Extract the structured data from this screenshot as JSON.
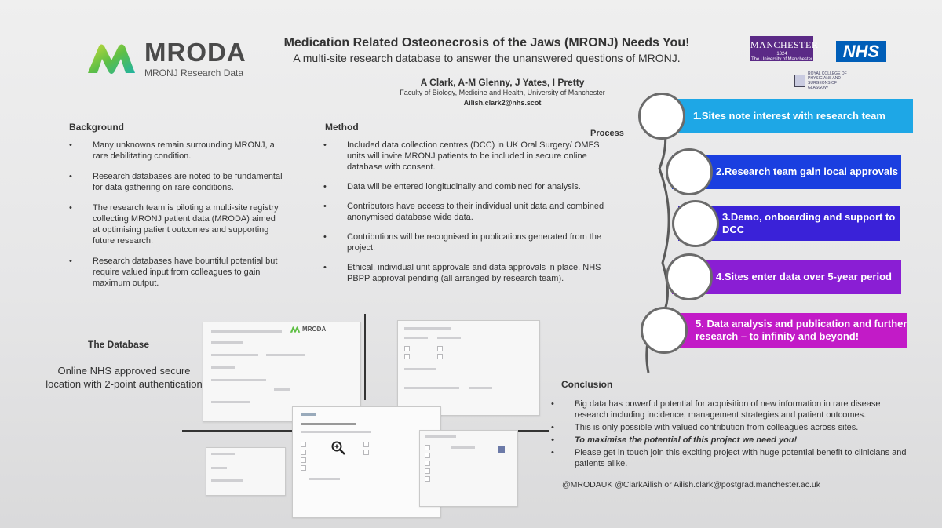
{
  "logo": {
    "title": "MRODA",
    "subtitle": "MRONJ Research Data",
    "colors": {
      "green": "#8bc53f",
      "teal": "#1fb3a3",
      "grey": "#4a4a4a"
    }
  },
  "header": {
    "title": "Medication Related Osteonecrosis of the Jaws (MRONJ) Needs You!",
    "subtitle": "A multi-site research database to answer the unanswered questions of MRONJ.",
    "authors": "A Clark, A-M Glenny, J Yates, I Pretty",
    "affiliation": "Faculty of Biology, Medicine and Health, University of Manchester",
    "email": "Ailish.clark2@nhs.scot"
  },
  "partner_logos": {
    "manchester_line1": "MANCHESTER",
    "manchester_line2": "1824",
    "manchester_line3": "The University of Manchester",
    "nhs": "NHS",
    "rcps": "ROYAL COLLEGE OF PHYSICIANS AND SURGEONS OF GLASGOW"
  },
  "background": {
    "heading": "Background",
    "bullets": [
      "Many unknowns remain surrounding MRONJ, a rare debilitating condition.",
      "Research databases are noted to be fundamental for data gathering on rare conditions.",
      "The research team is piloting a multi-site registry collecting MRONJ patient data (MRODA) aimed at optimising patient outcomes and supporting future research.",
      "Research databases have bountiful potential but require valued input from colleagues to gain maximum output."
    ]
  },
  "method": {
    "heading": "Method",
    "bullets": [
      "Included data collection centres (DCC) in UK Oral Surgery/ OMFS units will invite MRONJ patients to be included in secure online database with consent.",
      "Data will be entered longitudinally and combined for analysis.",
      "Contributors have access to their individual unit data and combined anonymised database wide data.",
      "Contributions will be recognised in publications generated from the project.",
      "Ethical, individual unit approvals and data approvals in place. NHS PBPP approval pending (all arranged by research team)."
    ]
  },
  "process": {
    "heading": "Process",
    "steps": [
      {
        "label": "1.Sites note interest with research team",
        "color": "#1ea7e6"
      },
      {
        "label": "2.Research team gain local approvals",
        "color": "#1a3fe0"
      },
      {
        "label": "3.Demo, onboarding and support to DCC",
        "color": "#3a22d8"
      },
      {
        "label": "4.Sites enter data over 5-year period",
        "color": "#8a1ed4"
      },
      {
        "label": "5. Data analysis and publication and further research – to infinity and beyond!",
        "color": "#c21bc7"
      }
    ]
  },
  "database": {
    "heading": "The Database",
    "text": "Online NHS approved secure location with 2-point authentication"
  },
  "conclusion": {
    "heading": "Conclusion",
    "bullets": [
      "Big data has powerful potential for acquisition of new information in rare disease research including incidence, management strategies and patient outcomes.",
      "This is only possible with valued contribution from colleagues across sites.",
      "To maximise the potential of this project we need you!",
      "Please get in touch join this exciting project with huge potential benefit to clinicians and patients alike."
    ],
    "contact": "@MRODAUK @ClarkAilish or  Ailish.clark@postgrad.manchester.ac.uk"
  }
}
